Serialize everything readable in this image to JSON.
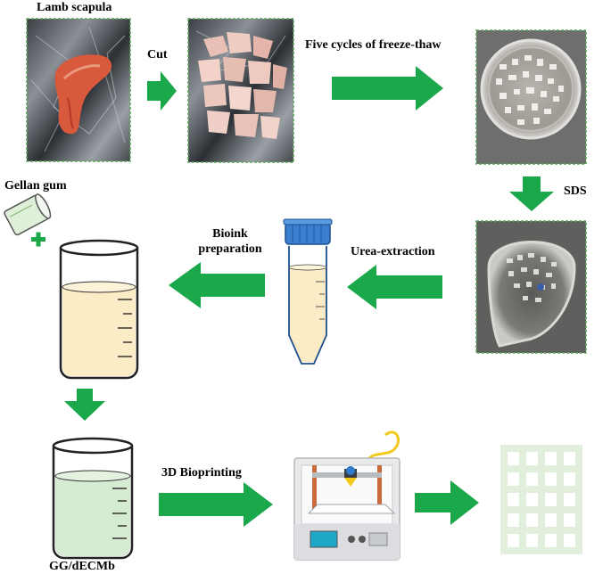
{
  "labels": {
    "lamb_scapula": "Lamb scapula",
    "cut": "Cut",
    "freeze_thaw": "Five cycles of freeze-thaw",
    "sds": "SDS",
    "gellan_gum": "Gellan gum",
    "bioink_line1": "Bioink",
    "bioink_line2": "preparation",
    "urea_extraction": "Urea-extraction",
    "bioprinting": "3D Bioprinting",
    "product": "GG/dECMb"
  },
  "colors": {
    "arrow": "#1aa84a",
    "photo_border": "#5aa55a",
    "beaker_liquid_yellow": "#fbecc6",
    "beaker_liquid_green": "#d6ecd2",
    "tube_cap": "#3b7fd1",
    "scaffold": "#e3efdd"
  }
}
